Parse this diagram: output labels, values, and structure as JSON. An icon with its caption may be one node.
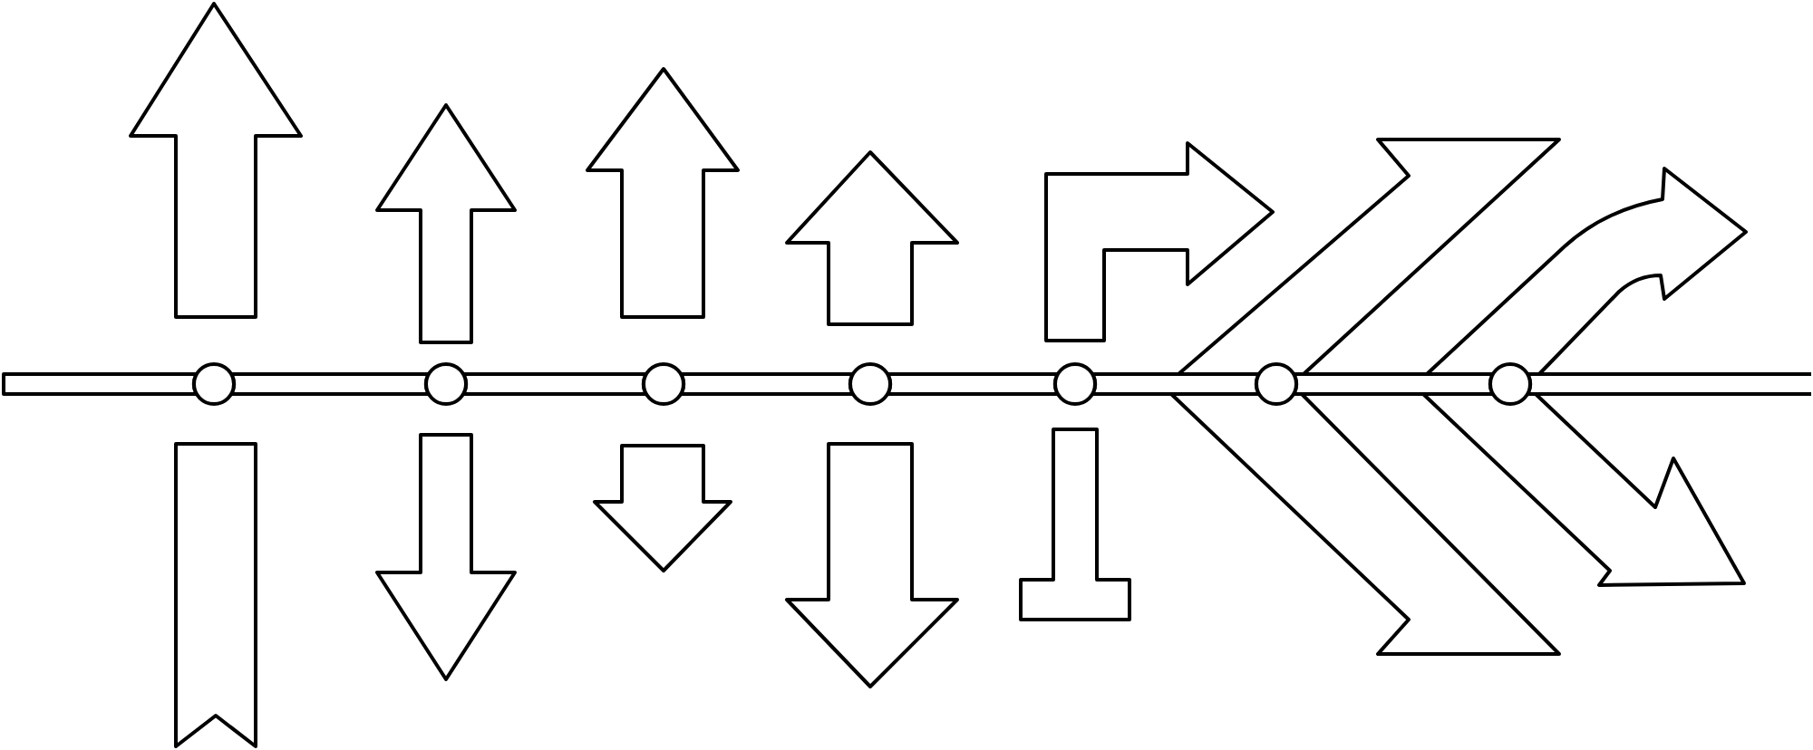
{
  "diagram": {
    "nodes": [
      {
        "text": [],
        "shape": "circle"
      },
      {
        "text": [],
        "shape": "circle"
      },
      {
        "text": [],
        "shape": "circle"
      },
      {
        "text": [],
        "shape": "circle"
      },
      {
        "text": [],
        "shape": "circle"
      },
      {
        "text": [],
        "shape": "circle"
      },
      {
        "text": [],
        "shape": "circle"
      },
      {
        "text": [],
        "shape": "ribbon"
      },
      {
        "text": [],
        "shape": "pedestal"
      }
    ],
    "edges": [
      {
        "from": null,
        "to": 0,
        "arrow": "none"
      },
      {
        "from": 0,
        "to": 1,
        "arrow": "none"
      },
      {
        "from": 1,
        "to": 2,
        "arrow": "none"
      },
      {
        "from": 2,
        "to": 3,
        "arrow": "none"
      },
      {
        "from": 3,
        "to": 4,
        "arrow": "none"
      },
      {
        "from": 4,
        "to": 5,
        "arrow": "none"
      },
      {
        "from": 5,
        "to": 6,
        "arrow": "none"
      },
      {
        "from": 6,
        "to": null,
        "arrow": "none"
      }
    ]
  }
}
